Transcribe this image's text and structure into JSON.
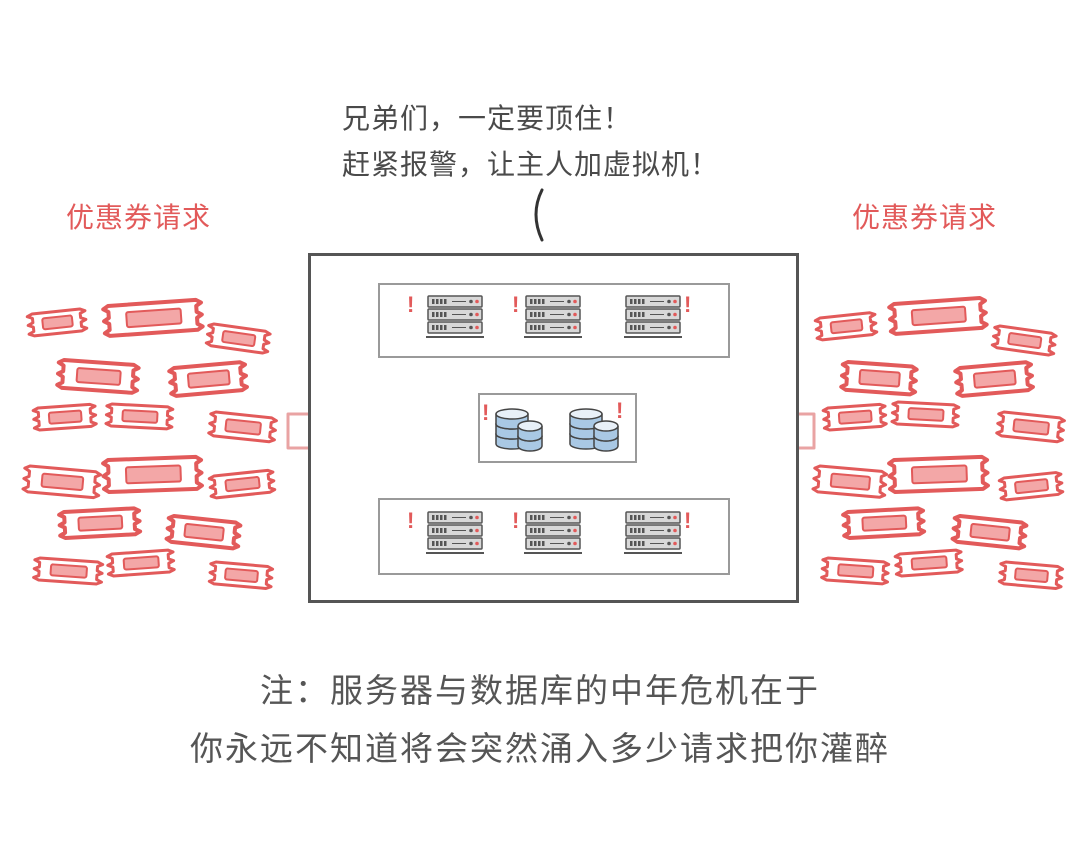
{
  "speech": {
    "line1": "兄弟们，一定要顶住！",
    "line2": "赶紧报警，让主人加虚拟机！"
  },
  "labels": {
    "left": "优惠券请求",
    "right": "优惠券请求"
  },
  "note": {
    "line1": "注：服务器与数据库的中年危机在于",
    "line2": "你永远不知道将会突然涌入多少请求把你灌醉"
  },
  "alert_mark": "!",
  "colors": {
    "accent_red": "#e25a5a",
    "coupon_fill": "#f3a7a7",
    "arrow_stroke": "#e9a3a3",
    "db_blue": "#a9c8e4",
    "frame": "#555555",
    "text": "#4a4a4a"
  },
  "icons": [
    "server-icon",
    "database-icon",
    "coupon-icon",
    "arrow-right-icon",
    "arrow-left-icon",
    "alert-icon"
  ]
}
